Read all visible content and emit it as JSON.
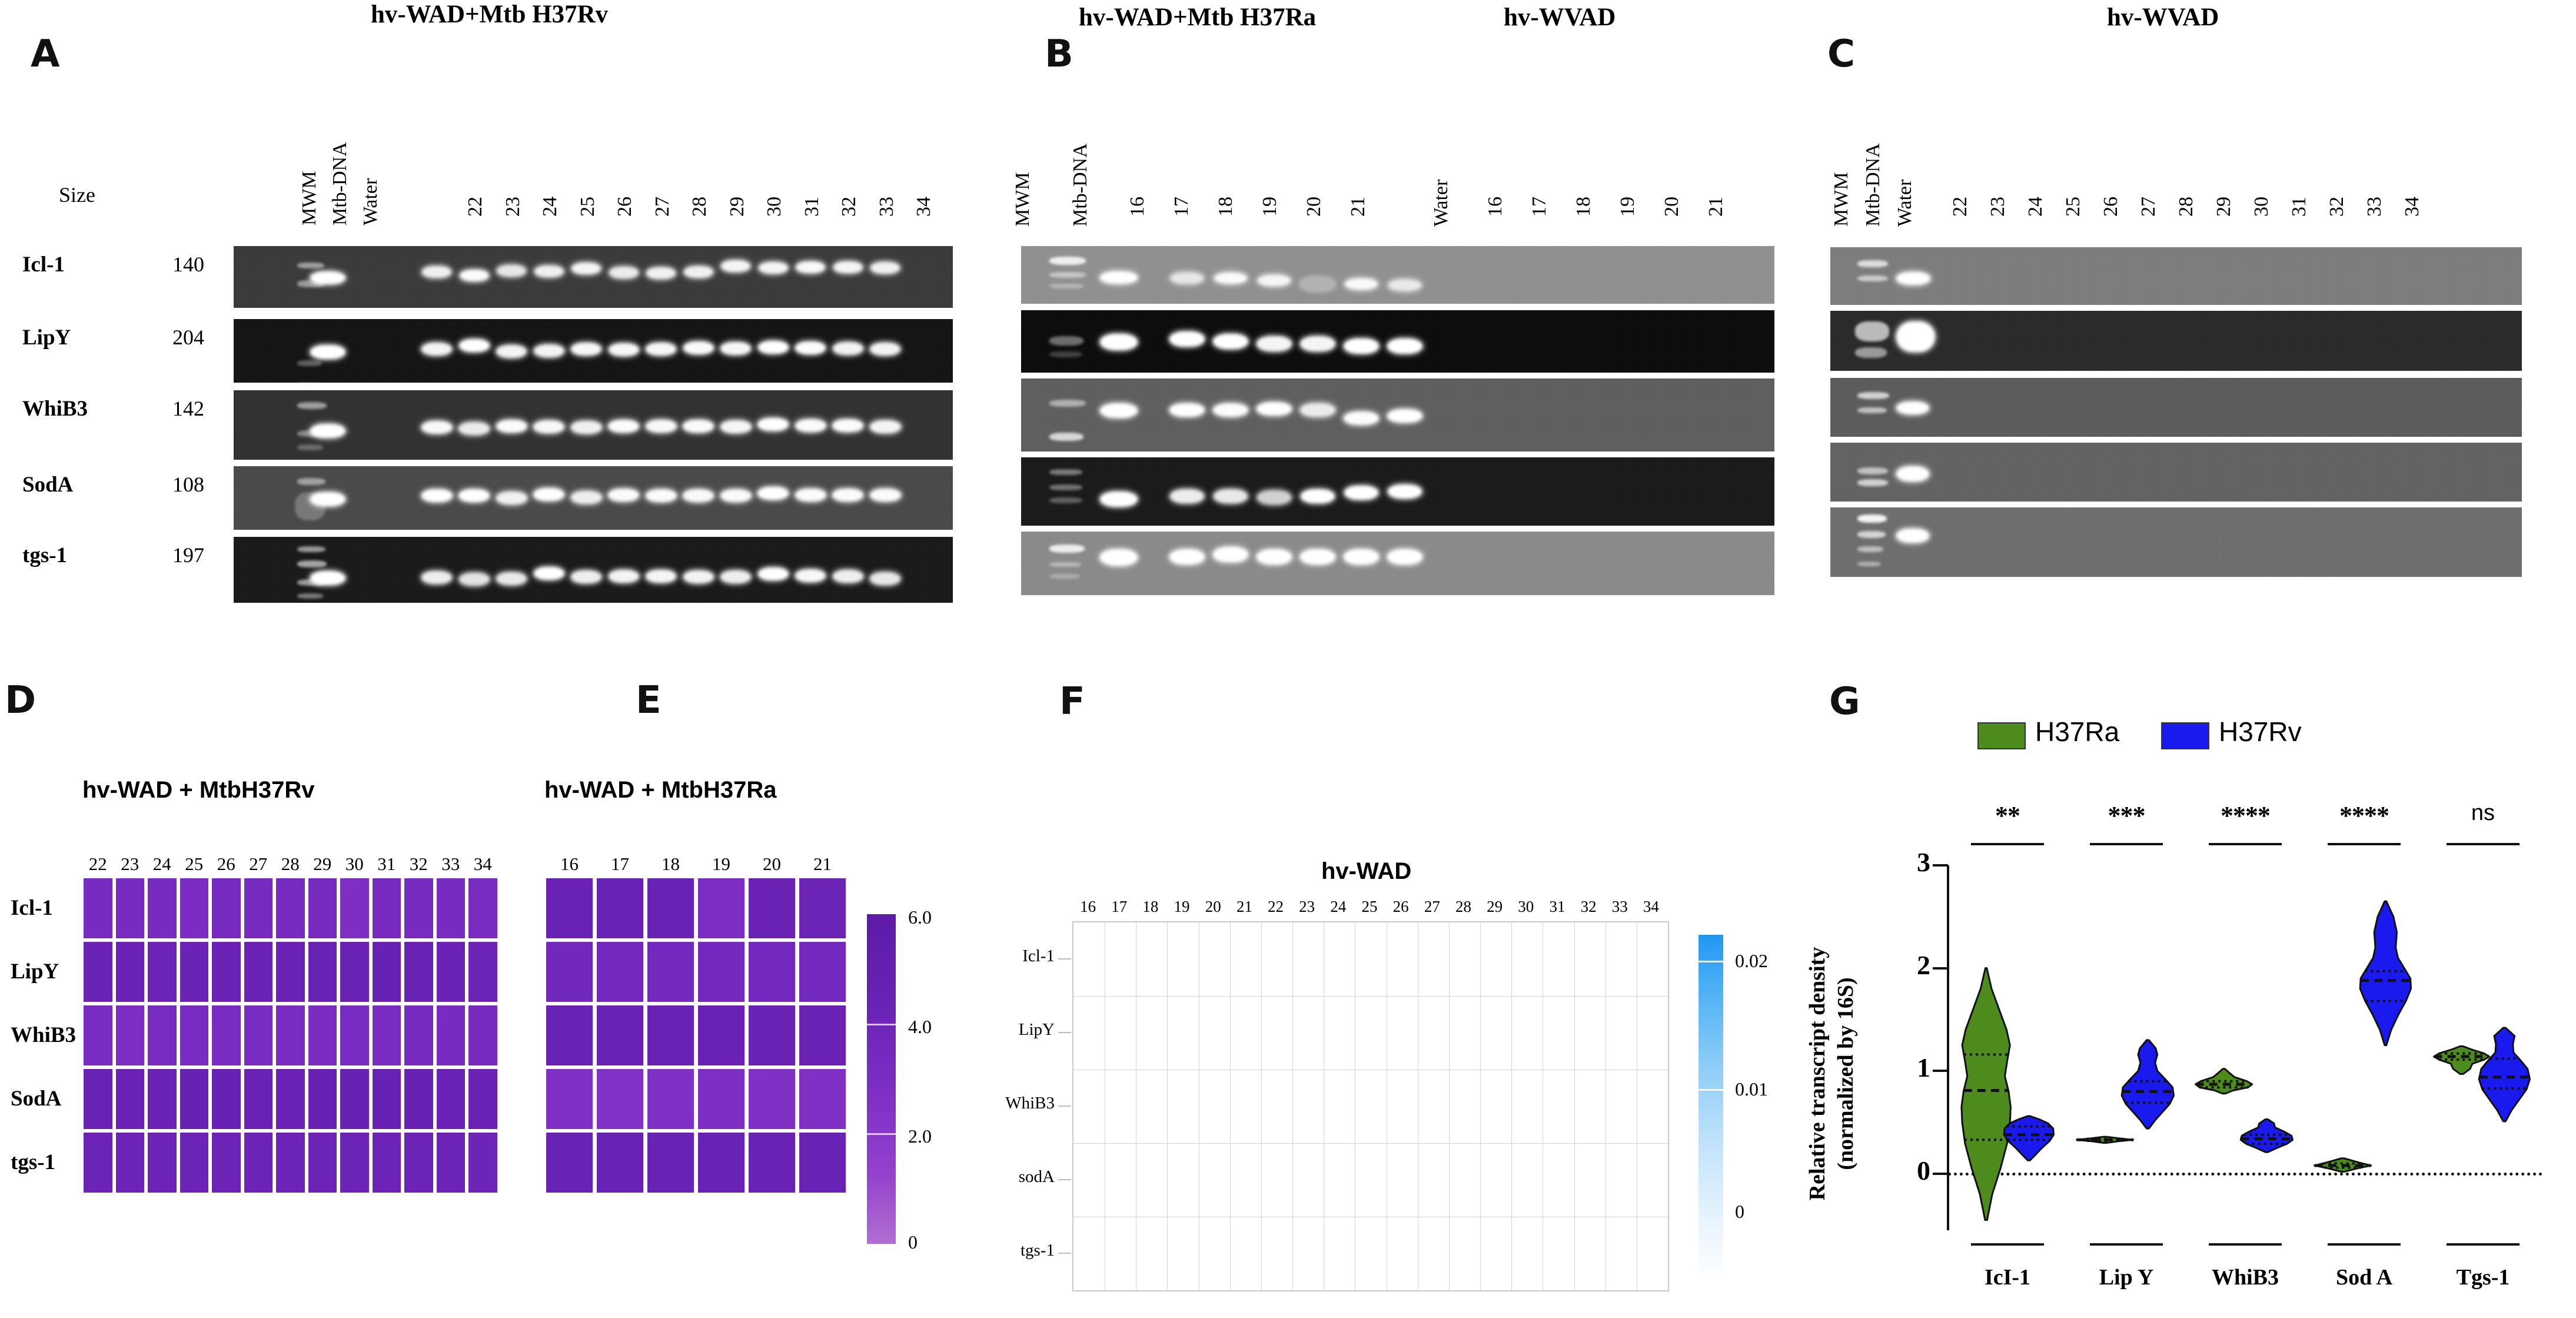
{
  "figure": {
    "panels": [
      "A",
      "B",
      "C",
      "D",
      "E",
      "F",
      "G"
    ]
  },
  "panelA": {
    "letter": "A",
    "title": "hv-WAD+Mtb H37Rv",
    "size_header": "Size",
    "lane_headers": [
      "MWM",
      "Mtb-DNA",
      "Water"
    ],
    "sample_lanes": [
      "22",
      "23",
      "24",
      "25",
      "26",
      "27",
      "28",
      "29",
      "30",
      "31",
      "32",
      "33",
      "34"
    ],
    "genes": [
      {
        "name": "Icl-1",
        "size": "140"
      },
      {
        "name": "LipY",
        "size": "204"
      },
      {
        "name": "WhiB3",
        "size": "142"
      },
      {
        "name": "SodA",
        "size": "108"
      },
      {
        "name": "tgs-1",
        "size": "197"
      }
    ]
  },
  "panelB": {
    "letter": "B",
    "title_left": "hv-WAD+Mtb H37Ra",
    "title_right": "hv-WVAD",
    "lane_headers": [
      "MWM",
      "Mtb-DNA"
    ],
    "sample_lanes_left": [
      "16",
      "17",
      "18",
      "19",
      "20",
      "21"
    ],
    "water_label": "Water",
    "sample_lanes_right": [
      "16",
      "17",
      "18",
      "19",
      "20",
      "21"
    ]
  },
  "panelC": {
    "letter": "C",
    "title": "hv-WVAD",
    "lane_headers": [
      "MWM",
      "Mtb-DNA",
      "Water"
    ],
    "sample_lanes": [
      "22",
      "23",
      "24",
      "25",
      "26",
      "27",
      "28",
      "29",
      "30",
      "31",
      "32",
      "33",
      "34"
    ]
  },
  "panelD": {
    "letter": "D",
    "title": "hv-WAD + MtbH37Rv",
    "columns": [
      "22",
      "23",
      "24",
      "25",
      "26",
      "27",
      "28",
      "29",
      "30",
      "31",
      "32",
      "33",
      "34"
    ],
    "rows": [
      "Icl-1",
      "LipY",
      "WhiB3",
      "SodA",
      "tgs-1"
    ]
  },
  "panelE": {
    "letter": "E",
    "title": "hv-WAD + MtbH37Ra",
    "columns": [
      "16",
      "17",
      "18",
      "19",
      "20",
      "21"
    ],
    "rows": [
      "Icl-1",
      "LipY",
      "WhiB3",
      "SodA",
      "tgs-1"
    ]
  },
  "panelDE_colorbar": {
    "ticks": [
      "6.0",
      "4.0",
      "2.0",
      "0"
    ],
    "low_color": "#b06ed0",
    "high_color": "#5d1ba8"
  },
  "panelF": {
    "letter": "F",
    "title": "hv-WAD",
    "columns": [
      "16",
      "17",
      "18",
      "19",
      "20",
      "21",
      "22",
      "23",
      "24",
      "25",
      "26",
      "27",
      "28",
      "29",
      "30",
      "31",
      "32",
      "33",
      "34"
    ],
    "rows": [
      "Icl-1",
      "LipY",
      "WhiB3",
      "sodA",
      "tgs-1"
    ],
    "colorbar": {
      "ticks": [
        "0.02",
        "0.01",
        "0"
      ],
      "low_color": "#ffffff",
      "high_color": "#2196f3"
    }
  },
  "panelG": {
    "letter": "G",
    "legend": [
      {
        "label": "H37Ra",
        "color": "#4d8c1c"
      },
      {
        "label": "H37Rv",
        "color": "#1a1aee"
      }
    ],
    "ylabel_line1": "Relative transcript density",
    "ylabel_line2": "(normalized by 16S)",
    "y_ticks": [
      "3",
      "2",
      "1",
      "0"
    ],
    "x_ticks": [
      "IcI-1",
      "Lip Y",
      "WhiB3",
      "Sod A",
      "Tgs-1"
    ],
    "significance": [
      "**",
      "***",
      "****",
      "****",
      "ns"
    ]
  },
  "chart_data": [
    {
      "type": "heatmap",
      "title": "hv-WAD + MtbH37Rv",
      "panel": "D",
      "xlabel": "",
      "ylabel": "",
      "grid": false,
      "legend_position": "right",
      "categories": [
        "22",
        "23",
        "24",
        "25",
        "26",
        "27",
        "28",
        "29",
        "30",
        "31",
        "32",
        "33",
        "34"
      ],
      "rows": [
        "Icl-1",
        "LipY",
        "WhiB3",
        "SodA",
        "tgs-1"
      ],
      "zlim": [
        0,
        6.0
      ],
      "colorbar_ticks": [
        0,
        2.0,
        4.0,
        6.0
      ],
      "values": [
        [
          3.3,
          3.3,
          3.3,
          3.0,
          3.4,
          3.4,
          3.4,
          3.4,
          2.8,
          3.4,
          3.3,
          3.3,
          3.1
        ],
        [
          4.3,
          4.3,
          4.2,
          4.3,
          4.3,
          4.3,
          4.3,
          4.4,
          4.5,
          4.6,
          4.4,
          4.3,
          4.2
        ],
        [
          3.2,
          2.9,
          3.1,
          3.1,
          3.1,
          3.2,
          3.1,
          3.0,
          3.2,
          3.2,
          3.3,
          3.3,
          3.4
        ],
        [
          4.5,
          4.5,
          4.5,
          4.6,
          4.6,
          4.5,
          4.5,
          4.6,
          4.6,
          4.6,
          4.6,
          4.5,
          4.5
        ],
        [
          4.2,
          4.2,
          4.2,
          4.2,
          4.2,
          4.2,
          4.2,
          4.2,
          4.2,
          4.2,
          4.2,
          4.2,
          4.1
        ]
      ]
    },
    {
      "type": "heatmap",
      "title": "hv-WAD + MtbH37Ra",
      "panel": "E",
      "xlabel": "",
      "ylabel": "",
      "grid": false,
      "legend_position": "right",
      "categories": [
        "16",
        "17",
        "18",
        "19",
        "20",
        "21"
      ],
      "rows": [
        "Icl-1",
        "LipY",
        "WhiB3",
        "SodA",
        "tgs-1"
      ],
      "zlim": [
        0,
        6.0
      ],
      "colorbar_ticks": [
        0,
        2.0,
        4.0,
        6.0
      ],
      "values": [
        [
          4.5,
          4.4,
          4.4,
          2.9,
          4.5,
          4.2
        ],
        [
          3.7,
          3.6,
          3.6,
          3.6,
          3.6,
          3.6
        ],
        [
          4.4,
          4.4,
          4.4,
          4.5,
          4.4,
          4.5
        ],
        [
          2.7,
          2.6,
          2.7,
          2.8,
          2.7,
          2.7
        ],
        [
          4.4,
          4.4,
          4.4,
          4.4,
          4.4,
          4.4
        ]
      ]
    },
    {
      "type": "heatmap",
      "title": "hv-WAD",
      "panel": "F",
      "xlabel": "",
      "ylabel": "",
      "grid": true,
      "legend_position": "right",
      "categories": [
        "16",
        "17",
        "18",
        "19",
        "20",
        "21",
        "22",
        "23",
        "24",
        "25",
        "26",
        "27",
        "28",
        "29",
        "30",
        "31",
        "32",
        "33",
        "34"
      ],
      "rows": [
        "Icl-1",
        "LipY",
        "WhiB3",
        "sodA",
        "tgs-1"
      ],
      "zlim": [
        0,
        0.025
      ],
      "colorbar_ticks": [
        0,
        0.01,
        0.02
      ],
      "values": [
        [
          0,
          0,
          0,
          0,
          0,
          0,
          0,
          0,
          0,
          0,
          0,
          0,
          0,
          0,
          0,
          0,
          0,
          0,
          0
        ],
        [
          0,
          0,
          0,
          0,
          0,
          0,
          0,
          0,
          0,
          0,
          0,
          0,
          0,
          0,
          0,
          0,
          0,
          0,
          0
        ],
        [
          0,
          0,
          0,
          0,
          0,
          0,
          0,
          0,
          0,
          0,
          0,
          0,
          0,
          0,
          0,
          0,
          0,
          0,
          0
        ],
        [
          0,
          0,
          0,
          0,
          0,
          0,
          0,
          0,
          0,
          0,
          0,
          0,
          0,
          0,
          0,
          0,
          0,
          0,
          0
        ],
        [
          0,
          0,
          0,
          0,
          0,
          0,
          0,
          0,
          0,
          0,
          0,
          0,
          0,
          0,
          0,
          0,
          0,
          0,
          0
        ]
      ]
    },
    {
      "type": "violin",
      "panel": "G",
      "title": "",
      "xlabel": "",
      "ylabel": "Relative transcript density (normalized by 16S)",
      "ylim": [
        -0.55,
        3.0
      ],
      "y_ticks": [
        0,
        1,
        2,
        3
      ],
      "grid": false,
      "legend_position": "top",
      "categories": [
        "IcI-1",
        "Lip Y",
        "WhiB3",
        "Sod A",
        "Tgs-1"
      ],
      "significance": [
        "**",
        "***",
        "****",
        "****",
        "ns"
      ],
      "series": [
        {
          "name": "H37Ra",
          "color": "#4d8c1c",
          "stats": [
            {
              "category": "IcI-1",
              "min": -0.45,
              "q1": 0.33,
              "median": 0.81,
              "q3": 1.16,
              "max": 2.0
            },
            {
              "category": "Lip Y",
              "min": 0.31,
              "q1": 0.32,
              "median": 0.33,
              "q3": 0.34,
              "max": 0.36
            },
            {
              "category": "WhiB3",
              "min": 0.78,
              "q1": 0.84,
              "median": 0.87,
              "q3": 0.9,
              "max": 1.02
            },
            {
              "category": "Sod A",
              "min": 0.02,
              "q1": 0.06,
              "median": 0.08,
              "q3": 0.1,
              "max": 0.15
            },
            {
              "category": "Tgs-1",
              "min": 0.97,
              "q1": 1.11,
              "median": 1.14,
              "q3": 1.17,
              "max": 1.24
            }
          ]
        },
        {
          "name": "H37Rv",
          "color": "#1a1aee",
          "stats": [
            {
              "category": "IcI-1",
              "min": 0.13,
              "q1": 0.33,
              "median": 0.38,
              "q3": 0.46,
              "max": 0.56
            },
            {
              "category": "Lip Y",
              "min": 0.44,
              "q1": 0.69,
              "median": 0.8,
              "q3": 0.9,
              "max": 1.3
            },
            {
              "category": "WhiB3",
              "min": 0.21,
              "q1": 0.29,
              "median": 0.34,
              "q3": 0.38,
              "max": 0.53
            },
            {
              "category": "Sod A",
              "min": 1.25,
              "q1": 1.68,
              "median": 1.88,
              "q3": 1.97,
              "max": 2.65
            },
            {
              "category": "Tgs-1",
              "min": 0.51,
              "q1": 0.83,
              "median": 0.94,
              "q3": 1.12,
              "max": 1.42
            }
          ]
        }
      ]
    }
  ]
}
